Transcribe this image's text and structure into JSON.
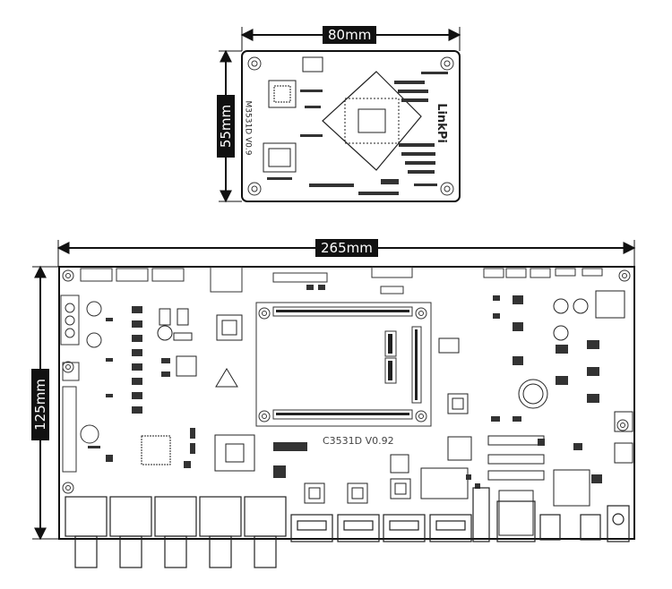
{
  "top_board": {
    "width_label": "80mm",
    "height_label": "55mm",
    "model_text": "M3531D V0.9",
    "logo_text": "LinkPi"
  },
  "bottom_board": {
    "width_label": "265mm",
    "height_label": "125mm",
    "model_text": "C3531D V0.92"
  }
}
